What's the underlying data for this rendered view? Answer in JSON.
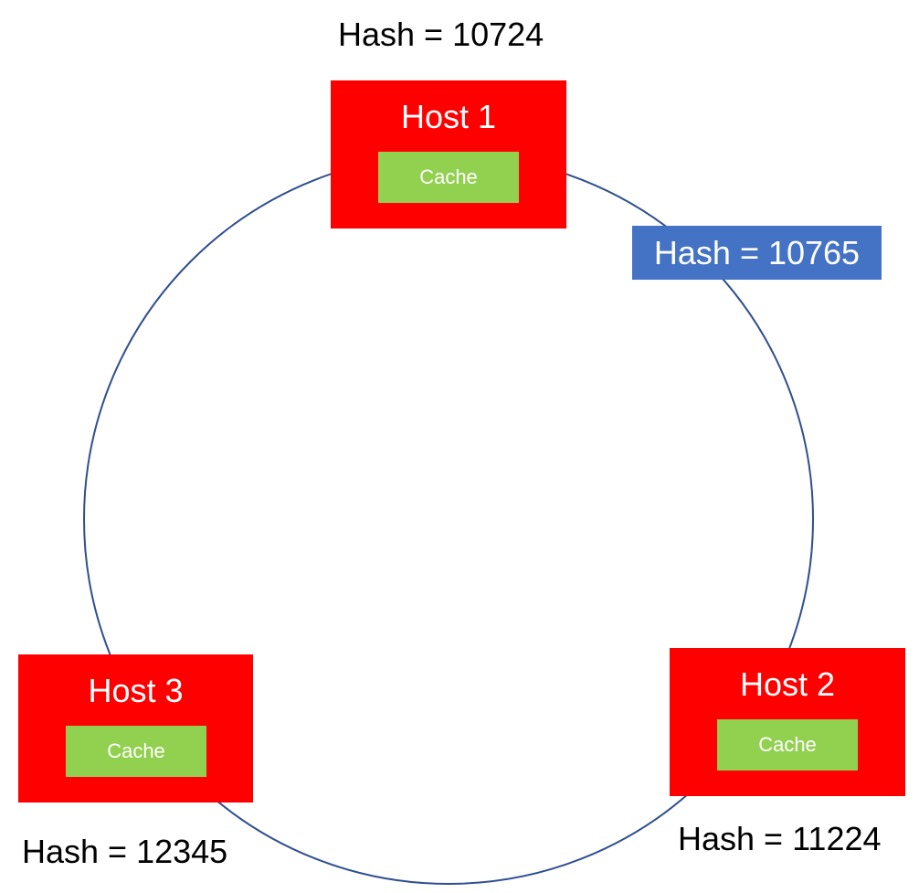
{
  "colors": {
    "ring": "#2F4F8F",
    "host": "#FF0000",
    "cache": "#92D050",
    "key": "#4472C4",
    "text_on_fill": "#FFFFFF",
    "text": "#000000"
  },
  "hosts": [
    {
      "label": "Host 1",
      "cache_label": "Cache",
      "hash_text": "Hash = 10724"
    },
    {
      "label": "Host 2",
      "cache_label": "Cache",
      "hash_text": "Hash = 11224"
    },
    {
      "label": "Host 3",
      "cache_label": "Cache",
      "hash_text": "Hash = 12345"
    }
  ],
  "key": {
    "hash_text": "Hash = 10765"
  }
}
